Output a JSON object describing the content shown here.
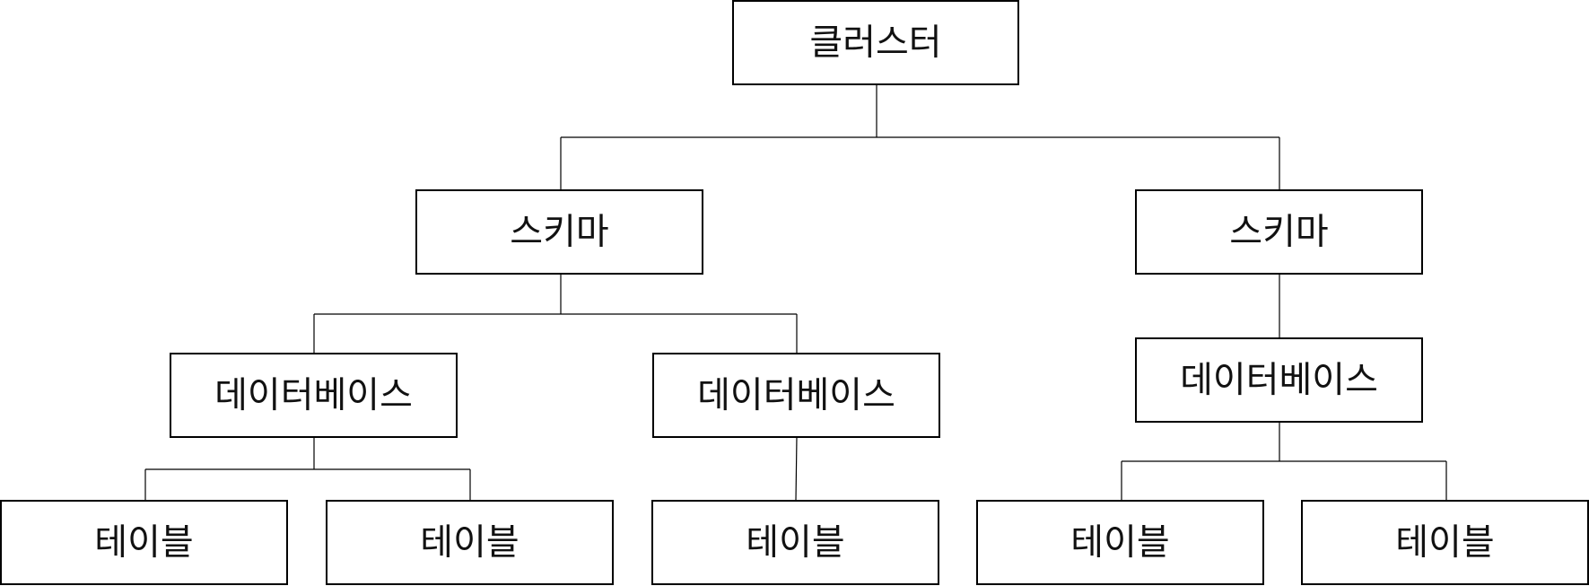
{
  "diagram": {
    "colors": {
      "stroke": "#000000",
      "fill": "#ffffff",
      "text": "#111111"
    },
    "nodes": {
      "cluster": {
        "label": "클러스터"
      },
      "schema_1": {
        "label": "스키마"
      },
      "schema_2": {
        "label": "스키마"
      },
      "database_1": {
        "label": "데이터베이스"
      },
      "database_2": {
        "label": "데이터베이스"
      },
      "database_3": {
        "label": "데이터베이스"
      },
      "table_1": {
        "label": "테이블"
      },
      "table_2": {
        "label": "테이블"
      },
      "table_3": {
        "label": "테이블"
      },
      "table_4": {
        "label": "테이블"
      },
      "table_5": {
        "label": "테이블"
      }
    }
  }
}
